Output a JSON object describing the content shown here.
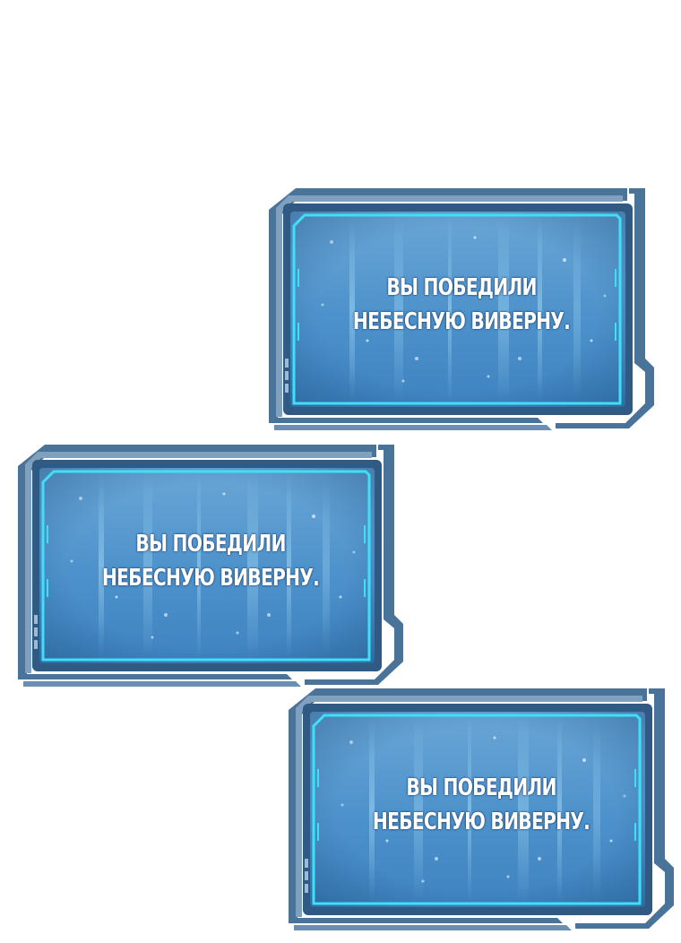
{
  "colors": {
    "frame_outer": "#3f6a93",
    "frame_inner_glow": "#36d7f2",
    "screen_base": "#5a9cd0",
    "text": "#ffffff"
  },
  "panels": [
    {
      "line1": "ВЫ ПОБЕДИЛИ",
      "line2": "НЕБЕСНУЮ ВИВЕРНУ."
    },
    {
      "line1": "ВЫ ПОБЕДИЛИ",
      "line2": "НЕБЕСНУЮ ВИВЕРНУ."
    },
    {
      "line1": "ВЫ ПОБЕДИЛИ",
      "line2": "НЕБЕСНУЮ ВИВЕРНУ."
    }
  ]
}
